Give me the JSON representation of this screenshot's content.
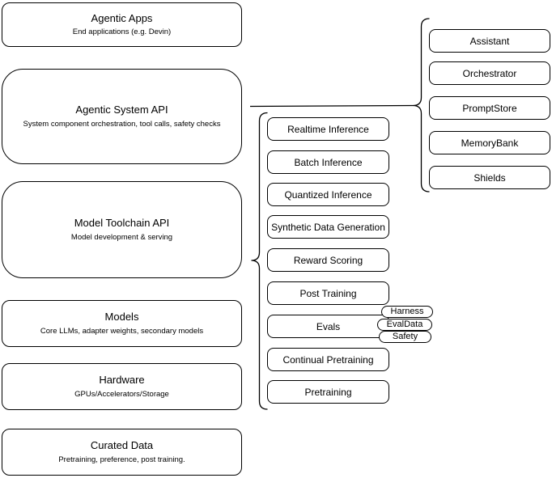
{
  "diagram": {
    "left_stack": [
      {
        "title": "Agentic Apps",
        "subtitle": "End applications (e.g. Devin)"
      },
      {
        "title": "Agentic System API",
        "subtitle": "System component orchestration, tool calls, safety checks"
      },
      {
        "title": "Model Toolchain API",
        "subtitle": "Model development & serving"
      },
      {
        "title": "Models",
        "subtitle": "Core LLMs, adapter weights, secondary models"
      },
      {
        "title": "Hardware",
        "subtitle": "GPUs/Accelerators/Storage"
      },
      {
        "title": "Curated Data",
        "subtitle": "Pretraining, preference, post training."
      }
    ],
    "toolchain_stack": [
      "Realtime Inference",
      "Batch Inference",
      "Quantized Inference",
      "Synthetic Data Generation",
      "Reward Scoring",
      "Post Training",
      "Evals",
      "Continual Pretraining",
      "Pretraining"
    ],
    "evals_tags": [
      "Harness",
      "EvalData",
      "Safety"
    ],
    "agentic_components": [
      "Assistant",
      "Orchestrator",
      "PromptStore",
      "MemoryBank",
      "Shields"
    ],
    "colors": {
      "stroke": "#000000",
      "node_fill": "#ffffff",
      "background": "#ffffff"
    }
  }
}
